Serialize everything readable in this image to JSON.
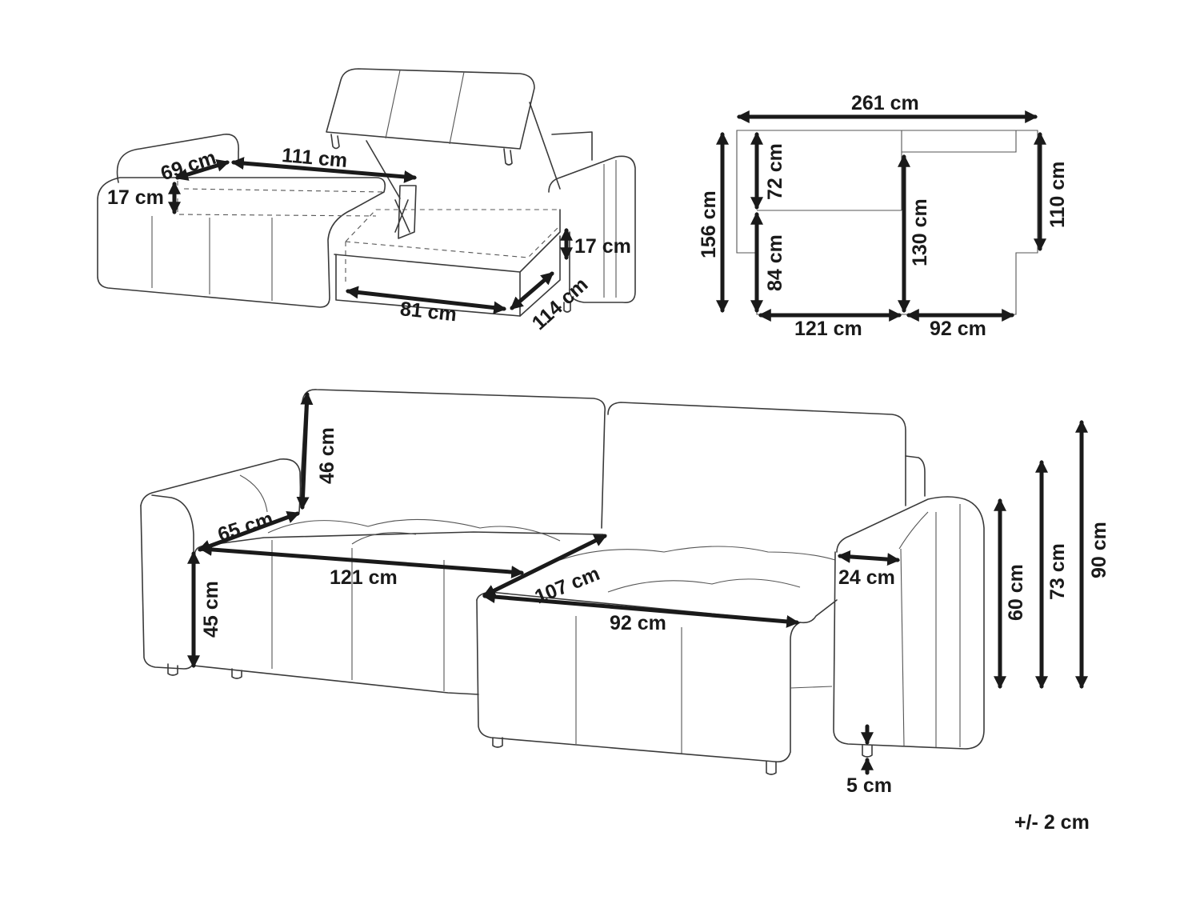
{
  "labels": {
    "d69": "69 cm",
    "d111": "111 cm",
    "d17a": "17 cm",
    "d17b": "17 cm",
    "d81": "81 cm",
    "d114": "114 cm",
    "d261": "261 cm",
    "d156": "156 cm",
    "d72": "72 cm",
    "d84": "84 cm",
    "d130": "130 cm",
    "d110": "110 cm",
    "d121a": "121 cm",
    "d92a": "92 cm",
    "d46": "46 cm",
    "d65": "65 cm",
    "d121b": "121 cm",
    "d107": "107 cm",
    "d92b": "92 cm",
    "d24": "24 cm",
    "d45": "45 cm",
    "d60": "60 cm",
    "d73": "73 cm",
    "d90": "90 cm",
    "d5": "5 cm",
    "tolerance": "+/- 2 cm"
  }
}
